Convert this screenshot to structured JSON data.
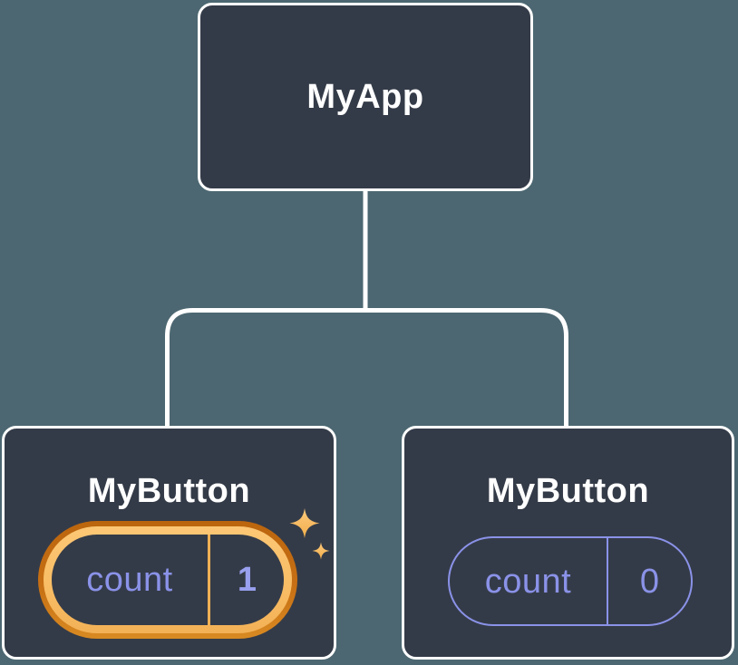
{
  "diagram": {
    "description": "React component tree with state",
    "background_color": "#4C6771",
    "node_fill_color": "#343B48",
    "node_border_color": "#FFFFFF",
    "connector_color": "#FFFFFF",
    "state_purple_color": "#8A92E8",
    "highlight_gold_color": "#F8BC64",
    "highlight_dark_orange_color": "#C2690F",
    "root": {
      "label": "MyApp"
    },
    "children": [
      {
        "label": "MyButton",
        "state": {
          "name": "count",
          "value": "1"
        },
        "highlighted": true,
        "icon": "sparkles-icon"
      },
      {
        "label": "MyButton",
        "state": {
          "name": "count",
          "value": "0"
        },
        "highlighted": false
      }
    ]
  }
}
